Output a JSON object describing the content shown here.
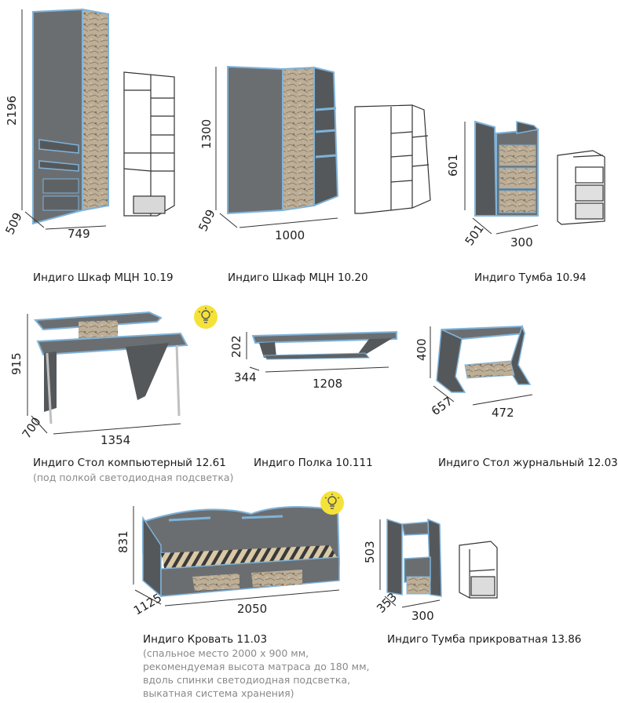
{
  "products": [
    {
      "name": "Индиго Шкаф МЦН 10.19",
      "height": "2196",
      "depth": "509",
      "width": "749"
    },
    {
      "name": "Индиго Шкаф МЦН 10.20",
      "height": "1300",
      "depth": "509",
      "width": "1000"
    },
    {
      "name": "Индиго Тумба 10.94",
      "height": "601",
      "depth": "501",
      "width": "300"
    },
    {
      "name": "Индиго Стол компьютерный 12.61",
      "note": "(под полкой светодиодная подсветка)",
      "height": "915",
      "depth": "700",
      "width": "1354",
      "icon": "lightbulb-icon"
    },
    {
      "name": "Индиго Полка 10.111",
      "height": "202",
      "depth": "344",
      "width": "1208"
    },
    {
      "name": "Индиго Стол журнальный 12.03",
      "height": "400",
      "depth": "657",
      "width": "472"
    },
    {
      "name": "Индиго Кровать 11.03",
      "note_lines": [
        "(спальное место 2000 х 900 мм,",
        "рекомендуемая высота матраса до 180 мм,",
        "вдоль спинки светодиодная подсветка,",
        "выкатная система хранения)"
      ],
      "height": "831",
      "depth": "1125",
      "width": "2050",
      "icon": "lightbulb-icon"
    },
    {
      "name": "Индиго Тумба прикроватная 13.86",
      "height": "503",
      "depth": "353",
      "width": "300"
    }
  ],
  "colors": {
    "body": "#6b6e71",
    "body_dark": "#55585b",
    "edge": "#7fb3d9",
    "stone": "#b9a88f",
    "bulb": "#f4e23a"
  }
}
